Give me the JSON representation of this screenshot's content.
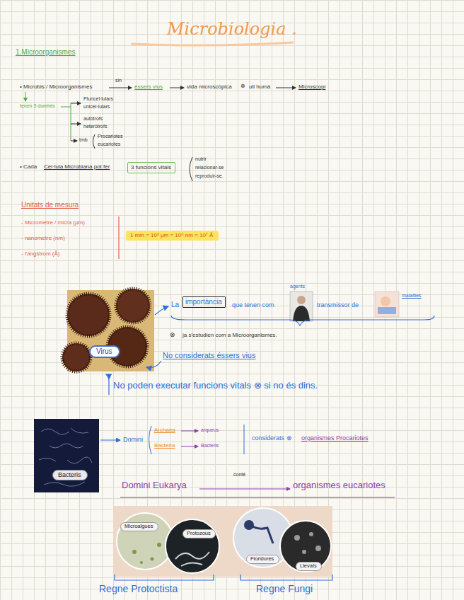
{
  "diagram": {
    "title": "Microbiologia .",
    "nodes": [
      {
        "text": [
          "3 funcions vitals"
        ]
      },
      {
        "text": [
          "1 mm = 10³ μm = 10⁶ nm = 10⁷ Å"
        ]
      },
      {
        "text": [
          "importància"
        ]
      },
      {
        "text": [
          "Virus"
        ]
      },
      {
        "text": [
          "Bacteris"
        ]
      },
      {
        "text": [
          "Microalgues"
        ]
      },
      {
        "text": [
          "Protozous"
        ]
      },
      {
        "text": [
          "Floridures"
        ]
      },
      {
        "text": [
          "Llevats"
        ]
      }
    ],
    "labels": [
      "1.Microorganismes",
      "• Microbis / Microorganismes",
      "sin",
      "éssers vius",
      "vida microscòpica",
      "⊗",
      "ull humà",
      "Microscopi",
      "tenen 3 dominis",
      "Pluricel·lulars",
      "unicel·lulars",
      "autòtrofs",
      "heteròtrofs",
      "tmb",
      "Procariotes",
      "eucariotes",
      "• Cada",
      "Cel·lula Microbiana pot fer",
      "nutrir",
      "relacionar-se",
      "reproduir-se.",
      "Unitats de mesura",
      "- Micrometre / micra (μm)",
      "- nanometre (nm)",
      "- l'angstrom (Å)",
      "La",
      "que tenen com",
      "agents",
      "transmissor de",
      "malalties",
      "⊗",
      "ja s'estudien com a Microorganismes.",
      "No considerats éssers vius",
      "No poden executar funcions vitals ⊗ si no és dins.",
      "Domini",
      "Archaea",
      "arqueus",
      "Bacteria",
      "Bacteris",
      "considerats ⊗",
      "organismes Procariotes",
      "Domini Eukarya",
      "conté",
      "organismes eucariotes",
      "Regne Protoctista",
      "Regne Fungi"
    ]
  }
}
